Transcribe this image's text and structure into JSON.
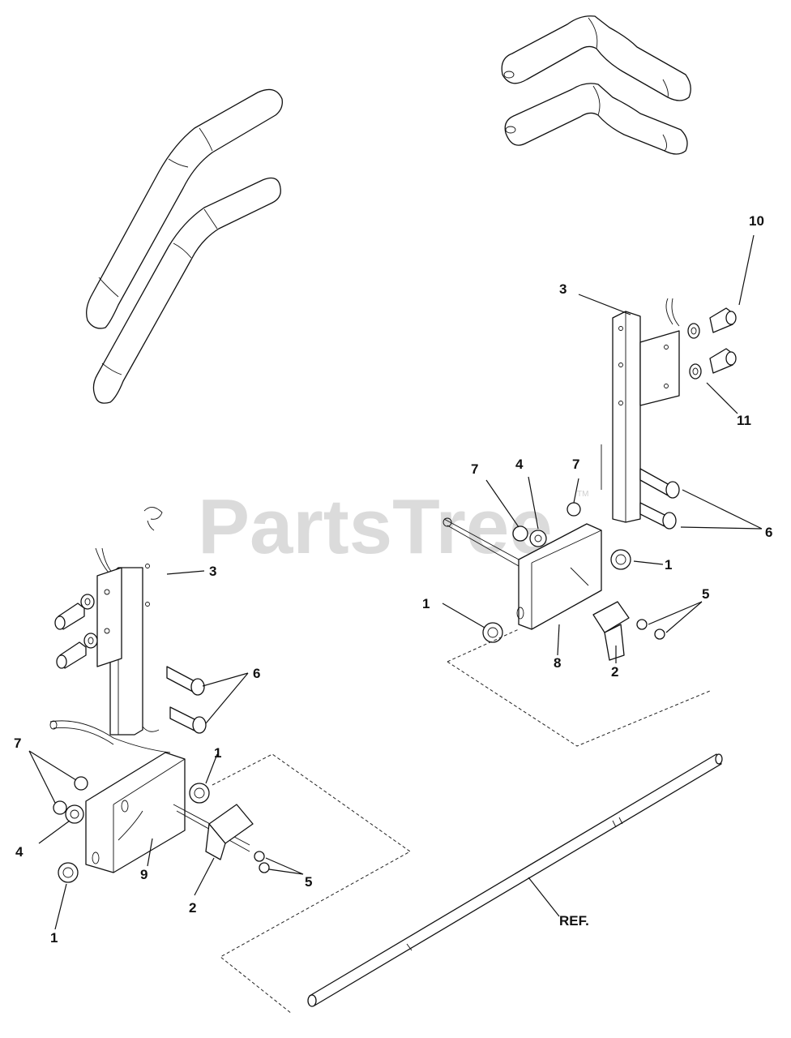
{
  "watermark": {
    "text": "PartsTree",
    "trademark": "TM"
  },
  "callouts": {
    "right": {
      "c10": "10",
      "c3": "3",
      "c11": "11",
      "c7a": "7",
      "c4": "4",
      "c7b": "7",
      "c6": "6",
      "c1a": "1",
      "c5": "5",
      "c1b": "1",
      "c8": "8",
      "c2": "2"
    },
    "left": {
      "c3": "3",
      "c6": "6",
      "c7": "7",
      "c1a": "1",
      "c4": "4",
      "c9": "9",
      "c5": "5",
      "c2": "2",
      "c1b": "1"
    },
    "ref": "REF."
  }
}
